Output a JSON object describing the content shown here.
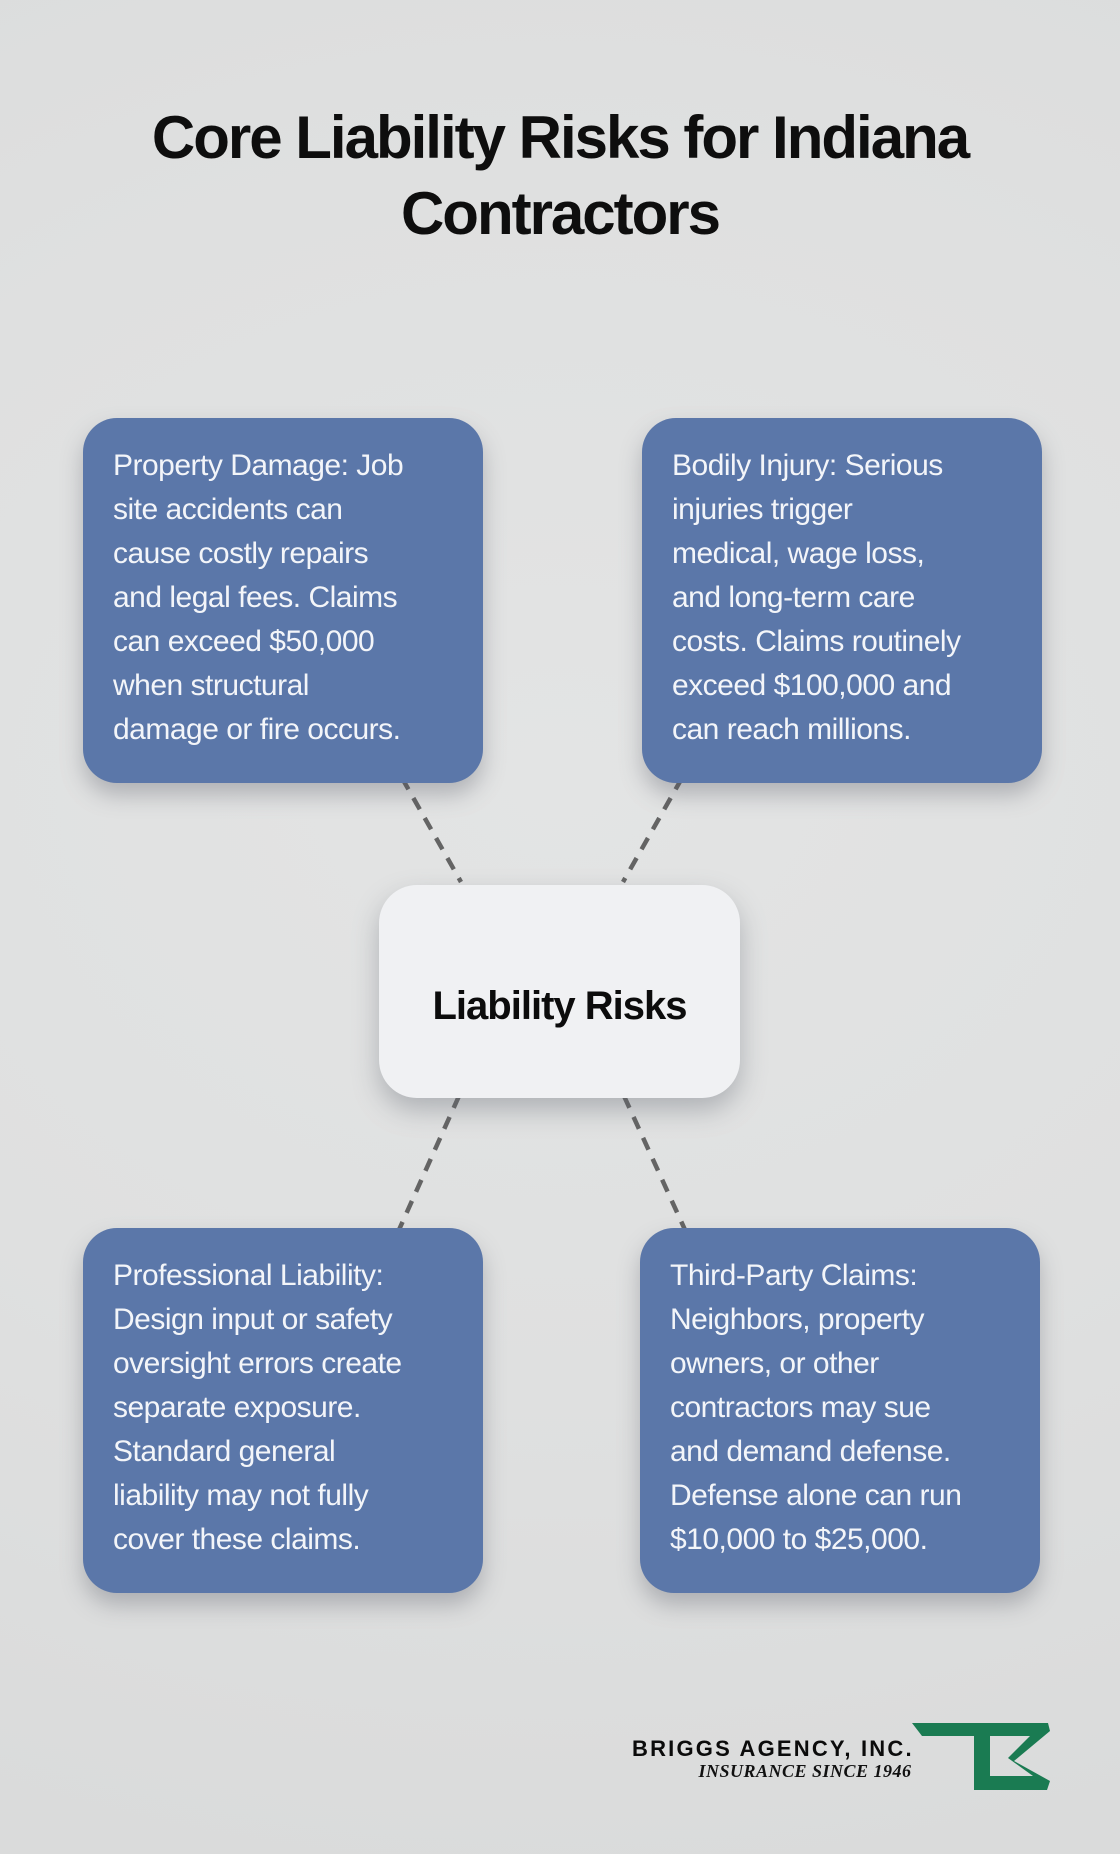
{
  "title": {
    "text": "Core Liability Risks for Indiana\nContractors"
  },
  "center": {
    "label": "Liability Risks"
  },
  "boxes": [
    {
      "id": "property-damage",
      "text": "Property Damage: Job\nsite accidents can\ncause costly repairs\nand legal fees. Claims\ncan exceed $50,000\nwhen structural\ndamage or fire occurs."
    },
    {
      "id": "bodily-injury",
      "text": "Bodily Injury: Serious\ninjuries trigger\nmedical, wage loss,\nand long-term care\ncosts. Claims routinely\nexceed $100,000 and\ncan reach millions."
    },
    {
      "id": "professional-liability",
      "text": "Professional Liability:\nDesign input or safety\noversight errors create\nseparate exposure.\nStandard general\nliability may not fully\ncover these claims."
    },
    {
      "id": "third-party-claims",
      "text": "Third-Party Claims:\nNeighbors, property\nowners, or other\ncontractors may sue\nand demand defense.\nDefense alone can run\n$10,000 to $25,000."
    }
  ],
  "footer": {
    "company": "BRIGGS AGENCY, INC.",
    "tagline": "INSURANCE SINCE 1946",
    "mark": "briggs-b-mark"
  },
  "colors": {
    "background": "#dfe0e0",
    "risk_box_fill": "#5b77a9",
    "risk_box_text": "#f3f5f9",
    "center_box_fill": "#f0f1f3",
    "title_text": "#0e0e0e",
    "connector": "#646464",
    "logo_green": "#1a7b52",
    "logo_text": "#0b0b0b"
  }
}
